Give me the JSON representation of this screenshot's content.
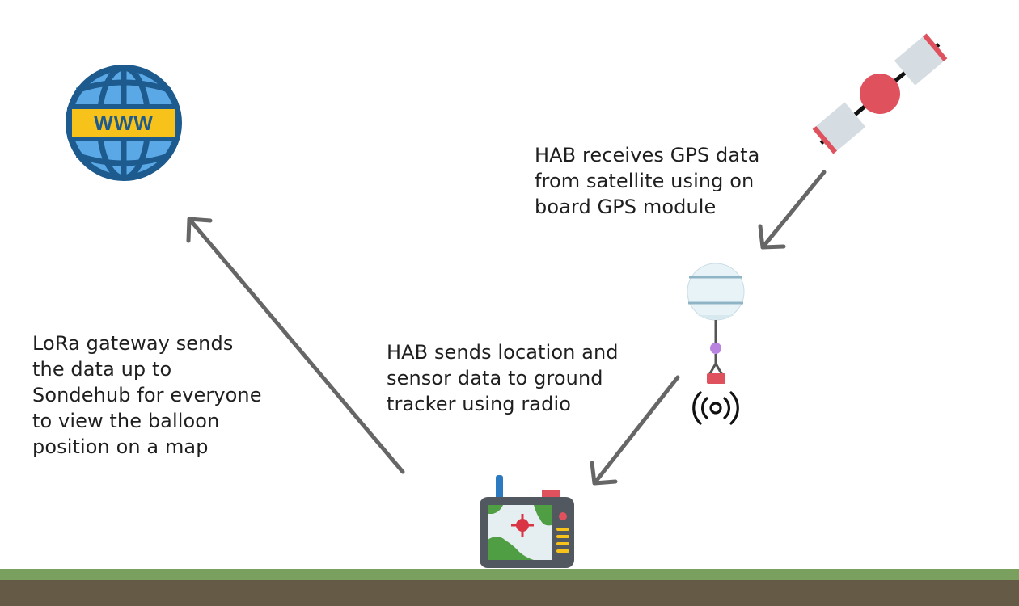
{
  "captions": {
    "gps": "HAB receives GPS data\nfrom satellite using on\nboard GPS module",
    "radio": "HAB sends location and\nsensor data to ground\ntracker using radio",
    "lora": "LoRa gateway sends\nthe data up to\nSondehub for everyone\nto view the balloon\nposition on a map"
  },
  "icons": {
    "globe": "www-globe-icon",
    "globe_label": "WWW",
    "satellite": "satellite-icon",
    "balloon": "balloon-icon",
    "radio": "radio-signal-icon",
    "tracker": "ground-tracker-icon"
  },
  "colors": {
    "arrow": "#666666",
    "globe_blue": "#1d5a8e",
    "globe_light": "#5aa9e6",
    "globe_band": "#f7c21a",
    "satellite_red": "#e0515e",
    "panel_gray": "#d5dde3",
    "grass": "#79a05f",
    "soil": "#655a45"
  }
}
